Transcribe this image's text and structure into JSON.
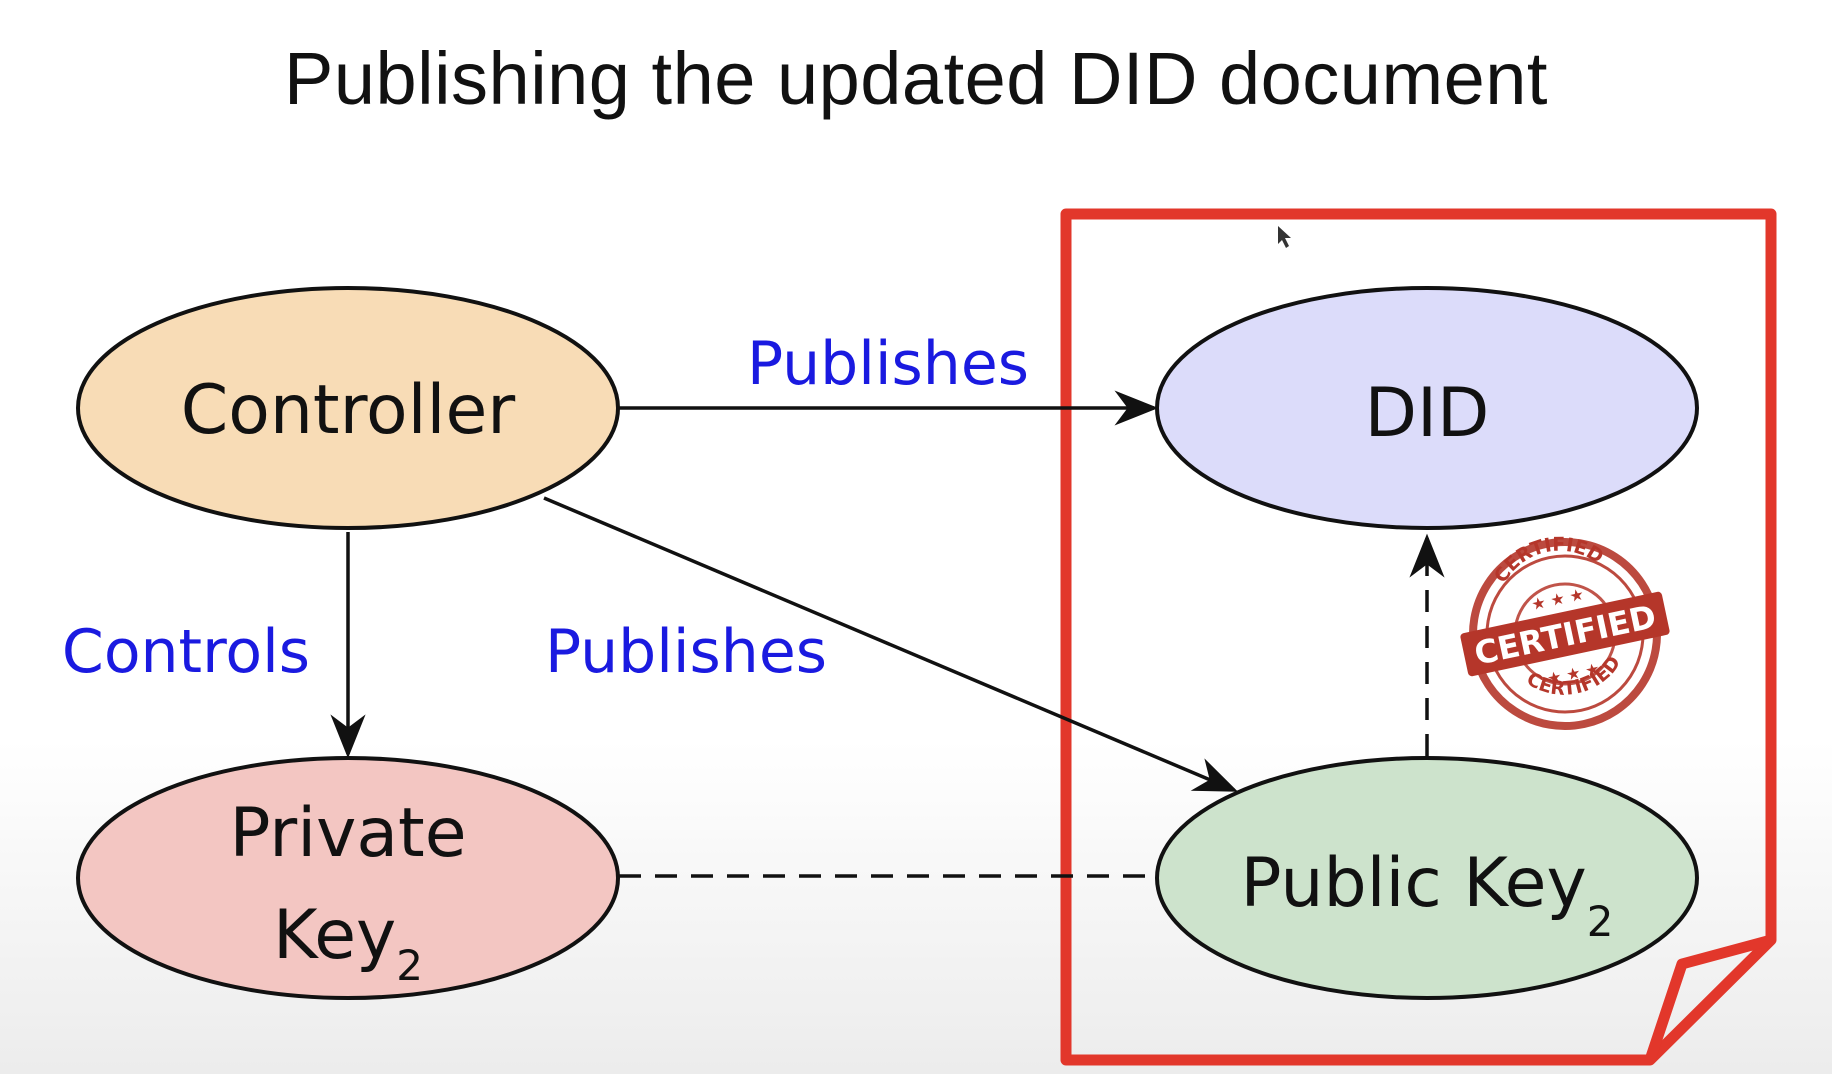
{
  "title": "Publishing the updated DID document",
  "nodes": {
    "controller": {
      "label": "Controller",
      "fill": "#f8dcb6"
    },
    "did": {
      "label": "DID",
      "fill": "#dcdcfa"
    },
    "private_key": {
      "label_line1": "Private",
      "label_line2": "Key",
      "subscript": "2",
      "fill": "#f3c6c2"
    },
    "public_key": {
      "label": "Public Key",
      "subscript": "2",
      "fill": "#cde3cc"
    }
  },
  "edges": {
    "controller_to_did": "Publishes",
    "controller_to_private_key": "Controls",
    "controller_to_public_key": "Publishes"
  },
  "stamp": {
    "top_text": "CERTIFIED",
    "center_text": "CERTIFIED",
    "bottom_text": "CERTIFIED",
    "color": "#b5362a"
  },
  "document_frame": {
    "color": "#e2372b"
  },
  "colors": {
    "edge_label": "#1a1ae0",
    "stroke": "#111111"
  }
}
